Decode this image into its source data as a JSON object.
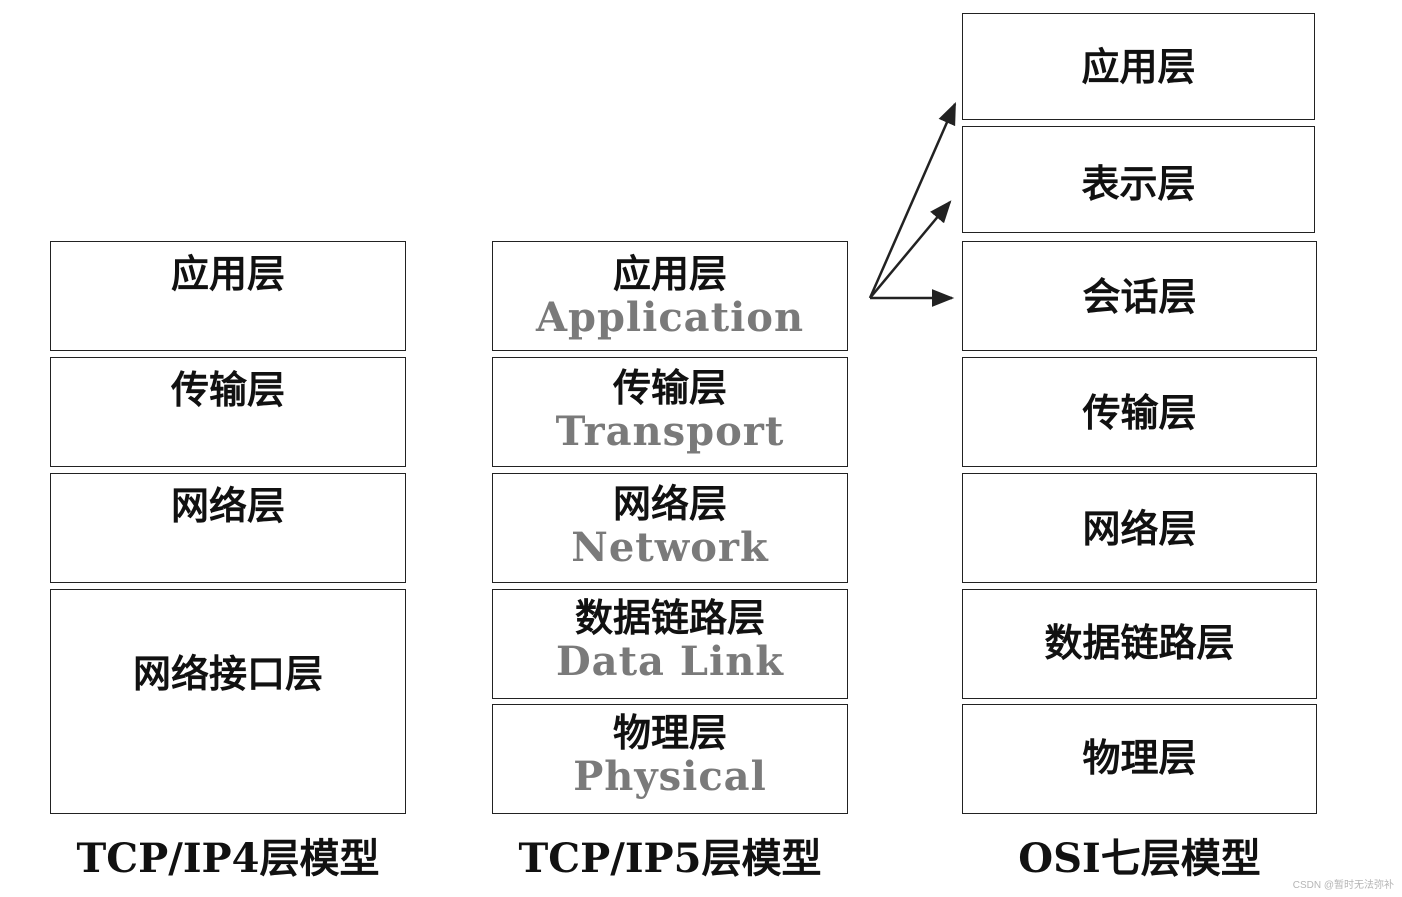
{
  "colors": {
    "border": "#222222",
    "zh_text": "#111111",
    "en_text": "#7a7a7a",
    "arrow": "#222222"
  },
  "tcpip4": {
    "layers": [
      "应用层",
      "传输层",
      "网络层",
      "网络接口层"
    ],
    "caption": "TCP/IP4层模型"
  },
  "tcpip5": {
    "layers": [
      {
        "zh": "应用层",
        "en": "Application"
      },
      {
        "zh": "传输层",
        "en": "Transport"
      },
      {
        "zh": "网络层",
        "en": "Network"
      },
      {
        "zh": "数据链路层",
        "en": "Data Link"
      },
      {
        "zh": "物理层",
        "en": "Physical"
      }
    ],
    "caption": "TCP/IP5层模型"
  },
  "osi": {
    "layers": [
      "应用层",
      "表示层",
      "会话层",
      "传输层",
      "网络层",
      "数据链路层",
      "物理层"
    ],
    "caption": "OSI七层模型"
  },
  "watermark": "CSDN @暂时无法弥补"
}
